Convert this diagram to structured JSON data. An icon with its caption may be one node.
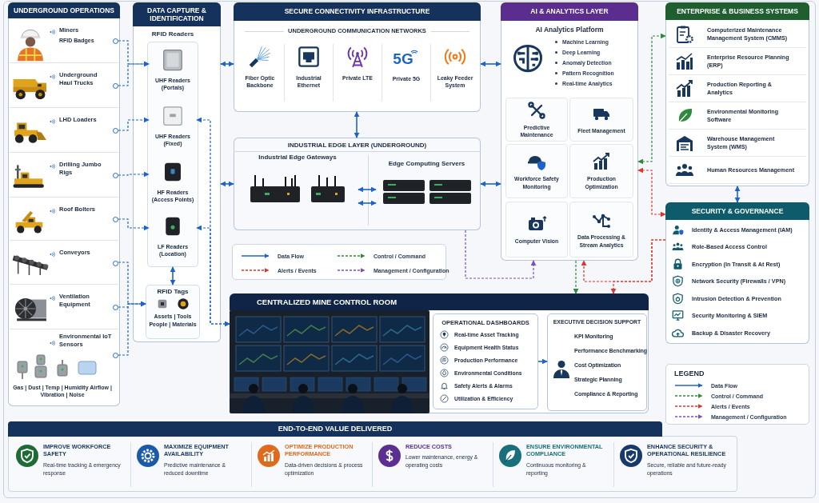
{
  "diagram": {
    "nodes": [
      {
        "text": [
          "UNDERGROUND OPERATIONS"
        ]
      },
      {
        "text": [
          "Miners",
          "RFID Badges"
        ],
        "in": 0
      },
      {
        "text": [
          "Underground Haul Trucks"
        ],
        "in": 0
      },
      {
        "text": [
          "LHD Loaders"
        ],
        "in": 0
      },
      {
        "text": [
          "Drilling Jumbo Rigs"
        ],
        "in": 0
      },
      {
        "text": [
          "Roof Bolters"
        ],
        "in": 0
      },
      {
        "text": [
          "Conveyors"
        ],
        "in": 0
      },
      {
        "text": [
          "Ventilation Equipment"
        ],
        "in": 0
      },
      {
        "text": [
          "Environmental IoT Sensors",
          "Gas | Dust | Temp | Humidity Airflow | Vibration | Noise"
        ],
        "in": 0
      },
      {
        "text": [
          "DATA CAPTURE & IDENTIFICATION"
        ]
      },
      {
        "text": [
          "RFID Readers"
        ],
        "in": 9
      },
      {
        "text": [
          "UHF Readers (Portals)"
        ],
        "in": 10
      },
      {
        "text": [
          "UHF Readers (Fixed)"
        ],
        "in": 10
      },
      {
        "text": [
          "HF Readers (Access Points)"
        ],
        "in": 10
      },
      {
        "text": [
          "LF Readers (Location)"
        ],
        "in": 10
      },
      {
        "text": [
          "RFID Tags",
          "Assets | Tools People | Materials"
        ],
        "in": 9
      },
      {
        "text": [
          "SECURE CONNECTIVITY INFRASTRUCTURE",
          "UNDERGROUND COMMUNICATION NETWORKS"
        ]
      },
      {
        "text": [
          "Fiber Optic Backbone"
        ],
        "in": 16
      },
      {
        "text": [
          "Industrial Ethernet"
        ],
        "in": 16
      },
      {
        "text": [
          "Private LTE"
        ],
        "in": 16
      },
      {
        "text": [
          "5G",
          "Private 5G"
        ],
        "in": 16
      },
      {
        "text": [
          "Leaky Feeder System"
        ],
        "in": 16
      },
      {
        "text": [
          "INDUSTRIAL EDGE LAYER (UNDERGROUND)"
        ]
      },
      {
        "text": [
          "Industrial Edge Gateways"
        ],
        "in": 22
      },
      {
        "text": [
          "Edge Computing Servers"
        ],
        "in": 22
      },
      {
        "text": [
          "AI & ANALYTICS LAYER"
        ]
      },
      {
        "text": [
          "AI Analytics Platform",
          "Machine Learning",
          "Deep Learning",
          "Anomaly Detection",
          "Pattern Recognition",
          "Real-time Analytics"
        ],
        "in": 25
      },
      {
        "text": [
          "Predictive Maintenance"
        ],
        "in": 25
      },
      {
        "text": [
          "Fleet Management"
        ],
        "in": 25
      },
      {
        "text": [
          "Workforce Safety Monitoring"
        ],
        "in": 25
      },
      {
        "text": [
          "Production Optimization"
        ],
        "in": 25
      },
      {
        "text": [
          "Computer Vision"
        ],
        "in": 25
      },
      {
        "text": [
          "Data Processing & Stream Analytics"
        ],
        "in": 25
      },
      {
        "text": [
          "ENTERPRISE & BUSINESS SYSTEMS"
        ]
      },
      {
        "text": [
          "Computerized Maintenance Management System (CMMS)"
        ],
        "in": 33
      },
      {
        "text": [
          "Enterprise Resource Planning (ERP)"
        ],
        "in": 33
      },
      {
        "text": [
          "Production Reporting & Analytics"
        ],
        "in": 33
      },
      {
        "text": [
          "Environmental Monitoring Software"
        ],
        "in": 33
      },
      {
        "text": [
          "Warehouse Management System (WMS)"
        ],
        "in": 33
      },
      {
        "text": [
          "Human Resources Management"
        ],
        "in": 33
      },
      {
        "text": [
          "SECURITY & GOVERNANCE"
        ]
      },
      {
        "text": [
          "Identity & Access Management (IAM)"
        ],
        "in": 40
      },
      {
        "text": [
          "Role-Based Access Control"
        ],
        "in": 40
      },
      {
        "text": [
          "Encryption (In Transit & At Rest)"
        ],
        "in": 40
      },
      {
        "text": [
          "Network Security (Firewalls / VPN)"
        ],
        "in": 40
      },
      {
        "text": [
          "Intrusion Detection & Prevention"
        ],
        "in": 40
      },
      {
        "text": [
          "Security Monitoring & SIEM"
        ],
        "in": 40
      },
      {
        "text": [
          "Backup & Disaster Recovery"
        ],
        "in": 40
      },
      {
        "text": [
          "CENTRALIZED MINE CONTROL ROOM"
        ]
      },
      {
        "text": [
          "OPERATIONAL DASHBOARDS",
          "Real-time Asset Tracking",
          "Equipment Health Status",
          "Production Performance",
          "Environmental Conditions",
          "Safety Alerts & Alarms",
          "Utilization & Efficiency"
        ],
        "in": 48
      },
      {
        "text": [
          "EXECUTIVE DECISION SUPPORT",
          "KPI Monitoring",
          "Performance Benchmarking",
          "Cost Optimization",
          "Strategic Planning",
          "Compliance & Reporting"
        ],
        "in": 48
      },
      {
        "text": [
          "END-TO-END VALUE DELIVERED"
        ]
      },
      {
        "text": [
          "IMPROVE WORKFORCE SAFETY",
          "Real-time tracking & emergency response"
        ],
        "in": 51
      },
      {
        "text": [
          "MAXIMIZE EQUIPMENT AVAILABILITY",
          "Predictive maintenance & reduced downtime"
        ],
        "in": 51
      },
      {
        "text": [
          "OPTIMIZE PRODUCTION PERFORMANCE",
          "Data-driven decisions & process optimization"
        ],
        "in": 51
      },
      {
        "text": [
          "REDUCE COSTS",
          "Lower maintenance, energy & operating costs"
        ],
        "in": 51
      },
      {
        "text": [
          "ENSURE ENVIRONMENTAL COMPLIANCE",
          "Continuous monitoring & reporting"
        ],
        "in": 51
      },
      {
        "text": [
          "ENHANCE SECURITY & OPERATIONAL RESILIENCE",
          "Secure, reliable and future-ready operations"
        ],
        "in": 51
      }
    ],
    "edges": [
      {
        "from": 1,
        "to": 11,
        "arrow": "to",
        "style": "dashed"
      },
      {
        "from": 2,
        "to": 11,
        "arrow": "to",
        "style": "dashed"
      },
      {
        "from": 3,
        "to": 12,
        "arrow": "to",
        "style": "dashed"
      },
      {
        "from": 4,
        "to": 13,
        "arrow": "to",
        "style": "dashed"
      },
      {
        "from": 5,
        "to": 14,
        "arrow": "to",
        "style": "dashed"
      },
      {
        "from": 6,
        "to": 15,
        "arrow": "to",
        "style": "dashed"
      },
      {
        "from": 7,
        "to": 15,
        "arrow": "to",
        "style": "dashed"
      },
      {
        "from": 8,
        "to": 15,
        "arrow": "to",
        "style": "dashed"
      },
      {
        "from": 10,
        "to": 15,
        "arrow": "both"
      },
      {
        "from": 48,
        "to": 12,
        "arrow": "both",
        "style": "dashed"
      },
      {
        "from": 48,
        "to": 14,
        "arrow": "both",
        "style": "dashed"
      },
      {
        "from": 9,
        "to": 16,
        "arrow": "both"
      },
      {
        "from": 9,
        "to": 22,
        "arrow": "both"
      },
      {
        "from": 16,
        "to": 22,
        "arrow": "both"
      },
      {
        "from": 16,
        "to": 25,
        "arrow": "both"
      },
      {
        "from": 22,
        "to": 25,
        "arrow": "both"
      },
      {
        "from": 23,
        "to": 24,
        "arrow": "both"
      },
      {
        "from": 23,
        "to": 24,
        "arrow": "both"
      },
      {
        "from": 25,
        "to": 33,
        "arrow": "both",
        "style": "dashed",
        "color": "#2e8b3a"
      },
      {
        "from": 25,
        "to": 40,
        "arrow": "both",
        "style": "dashed",
        "color": "#e0352b"
      },
      {
        "from": 33,
        "to": 40,
        "arrow": "both"
      },
      {
        "from": 22,
        "to": 25,
        "arrow": "to",
        "style": "dashed",
        "color": "#7b4fc0"
      },
      {
        "from": 25,
        "to": 48,
        "arrow": "to",
        "style": "dashed",
        "color": "#2e8b3a"
      },
      {
        "from": 40,
        "to": 48,
        "arrow": "to",
        "style": "dashed",
        "color": "#e0352b"
      },
      {
        "from": 40,
        "to": 25,
        "arrow": "to",
        "style": "dashed",
        "color": "#e0352b"
      },
      {
        "from": 49,
        "to": 50,
        "arrow": "to"
      }
    ],
    "labels": [
      "LEGEND"
    ],
    "legend": [
      {
        "text": "Data Flow"
      },
      {
        "text": "Control / Command"
      },
      {
        "text": "Alerts / Events"
      },
      {
        "text": "Management / Configuration"
      },
      {
        "text": "Data Flow"
      },
      {
        "text": "Control / Command"
      },
      {
        "text": "Alerts / Events"
      },
      {
        "text": "Management / Configuration"
      }
    ]
  }
}
